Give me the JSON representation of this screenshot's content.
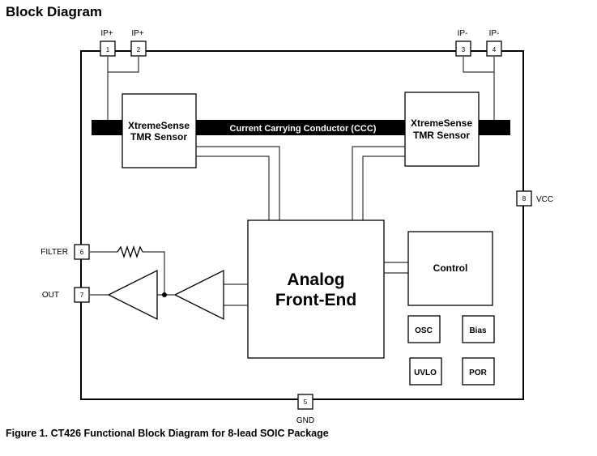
{
  "heading": "Block Diagram",
  "caption": "Figure 1. CT426 Functional Block Diagram for 8-lead SOIC Package",
  "pins": [
    {
      "number": "1",
      "label": "IP+"
    },
    {
      "number": "2",
      "label": "IP+"
    },
    {
      "number": "3",
      "label": "IP-"
    },
    {
      "number": "4",
      "label": "IP-"
    },
    {
      "number": "5",
      "label": "GND"
    },
    {
      "number": "6",
      "label": "FILTER"
    },
    {
      "number": "7",
      "label": "OUT"
    },
    {
      "number": "8",
      "label": "VCC"
    }
  ],
  "blocks": {
    "sensor_left": [
      "XtremeSense",
      "TMR Sensor"
    ],
    "sensor_right": [
      "XtremeSense",
      "TMR Sensor"
    ],
    "conductor": "Current Carrying Conductor (CCC)",
    "afe": [
      "Analog",
      "Front-End"
    ],
    "control": "Control",
    "osc": "OSC",
    "bias": "Bias",
    "uvlo": "UVLO",
    "por": "POR"
  }
}
